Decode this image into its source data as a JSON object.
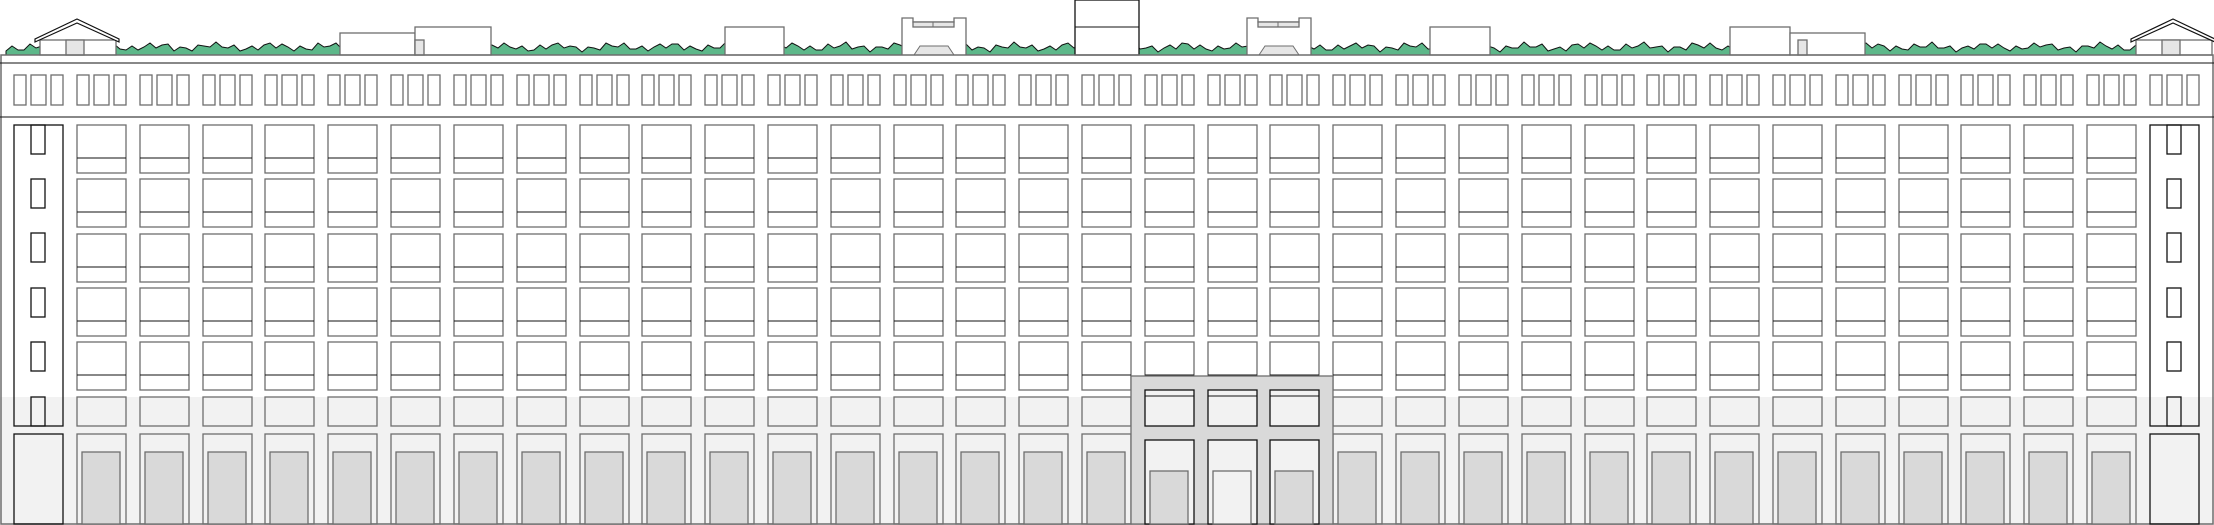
{
  "drawing": {
    "type": "building-elevation",
    "bay_count": 33,
    "upper_floor_rows": 5,
    "clerestory_windows_per_bay": 3,
    "entrance_bays": [
      17,
      18,
      19
    ]
  },
  "colors": {
    "line": "#111111",
    "line_soft": "#6e6e6e",
    "wall": "#ffffff",
    "ground_floor": "#f2f2f2",
    "entrance_block": "#d9d9d9",
    "door": "#d9d9d9",
    "roof_hedge": "#5db88a",
    "roof_element": "#e6e6e6"
  }
}
